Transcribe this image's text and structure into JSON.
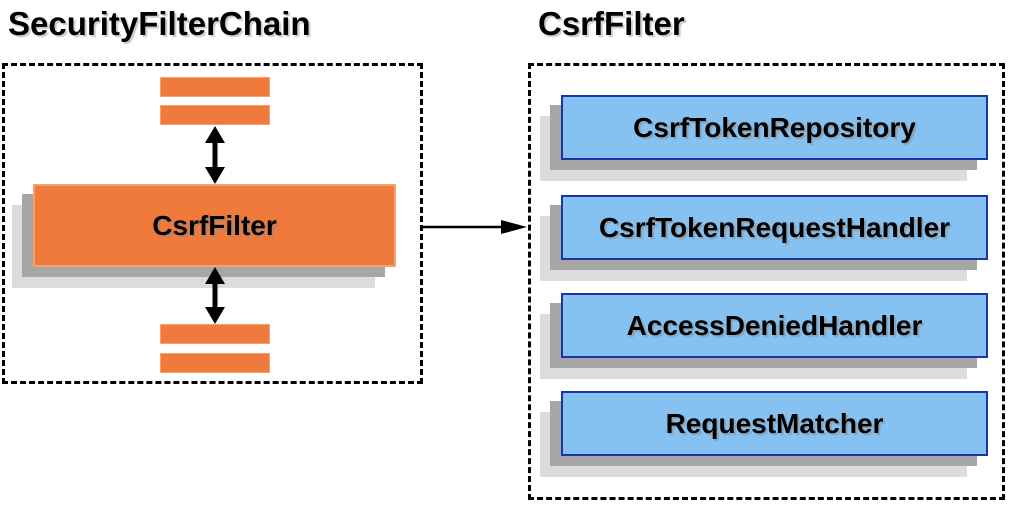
{
  "diagram": {
    "left_panel": {
      "title": "SecurityFilterChain",
      "node_label": "CsrfFilter"
    },
    "right_panel": {
      "title": "CsrfFilter",
      "components": [
        "CsrfTokenRepository",
        "CsrfTokenRequestHandler",
        "AccessDeniedHandler",
        "RequestMatcher"
      ]
    },
    "colors": {
      "node_orange": "#f0793c",
      "component_blue": "#85c2f2",
      "component_border_blue": "#1b35a3",
      "shadow_dark": "#a6a6a6",
      "shadow_light": "#dcdcdc",
      "arrow_black": "#000000"
    }
  }
}
